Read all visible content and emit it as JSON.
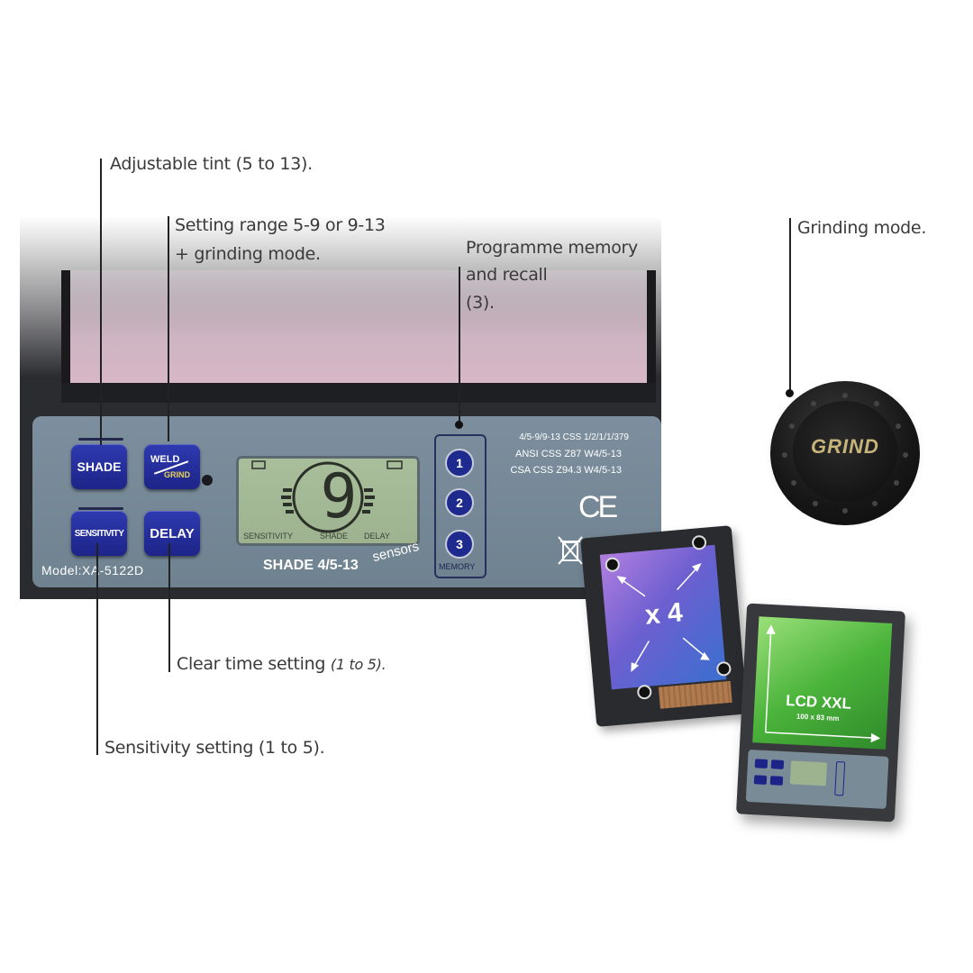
{
  "annotations": {
    "tint": "Adjustable tint (5 to 13).",
    "range_line1": "Setting range 5-9 or 9-13",
    "range_line2": "+ grinding mode.",
    "memory_line1": "Programme memory",
    "memory_line2": "and recall",
    "memory_line3": "(3).",
    "grinding": "Grinding mode.",
    "clear_time": "Clear time setting",
    "clear_time_range": "(1 to 5).",
    "sensitivity": "Sensitivity setting (1 to 5)."
  },
  "panel": {
    "buttons": {
      "shade": "SHADE",
      "weld": "WELD",
      "grind": "GRIND",
      "sensitivity": "SENSITIVITY",
      "delay": "DELAY"
    },
    "lcd": {
      "digit": "9",
      "label_sensitivity": "SENSITIVITY",
      "label_shade": "SHADE",
      "label_delay": "DELAY"
    },
    "model": "Model:XA-5122D",
    "shade_range": "SHADE 4/5-13",
    "sensors": "sensors",
    "memory_buttons": [
      "1",
      "2",
      "3"
    ],
    "memory_label": "MEMORY",
    "standards": [
      "4/5-9/9-13 CSS 1/2/1/1/379",
      "ANSI CSS Z87 W4/5-13",
      "CSA CSS Z94.3 W4/5-13"
    ],
    "ce": "CE"
  },
  "knob": {
    "label": "GRIND"
  },
  "cartridge_sensors": {
    "label": "x 4"
  },
  "cartridge_lcd": {
    "label": "LCD XXL",
    "size": "100 x 83 mm"
  },
  "colors": {
    "button_blue": "#1d2488",
    "panel_gray": "#75889a",
    "knob_gold": "#c7b47a"
  }
}
